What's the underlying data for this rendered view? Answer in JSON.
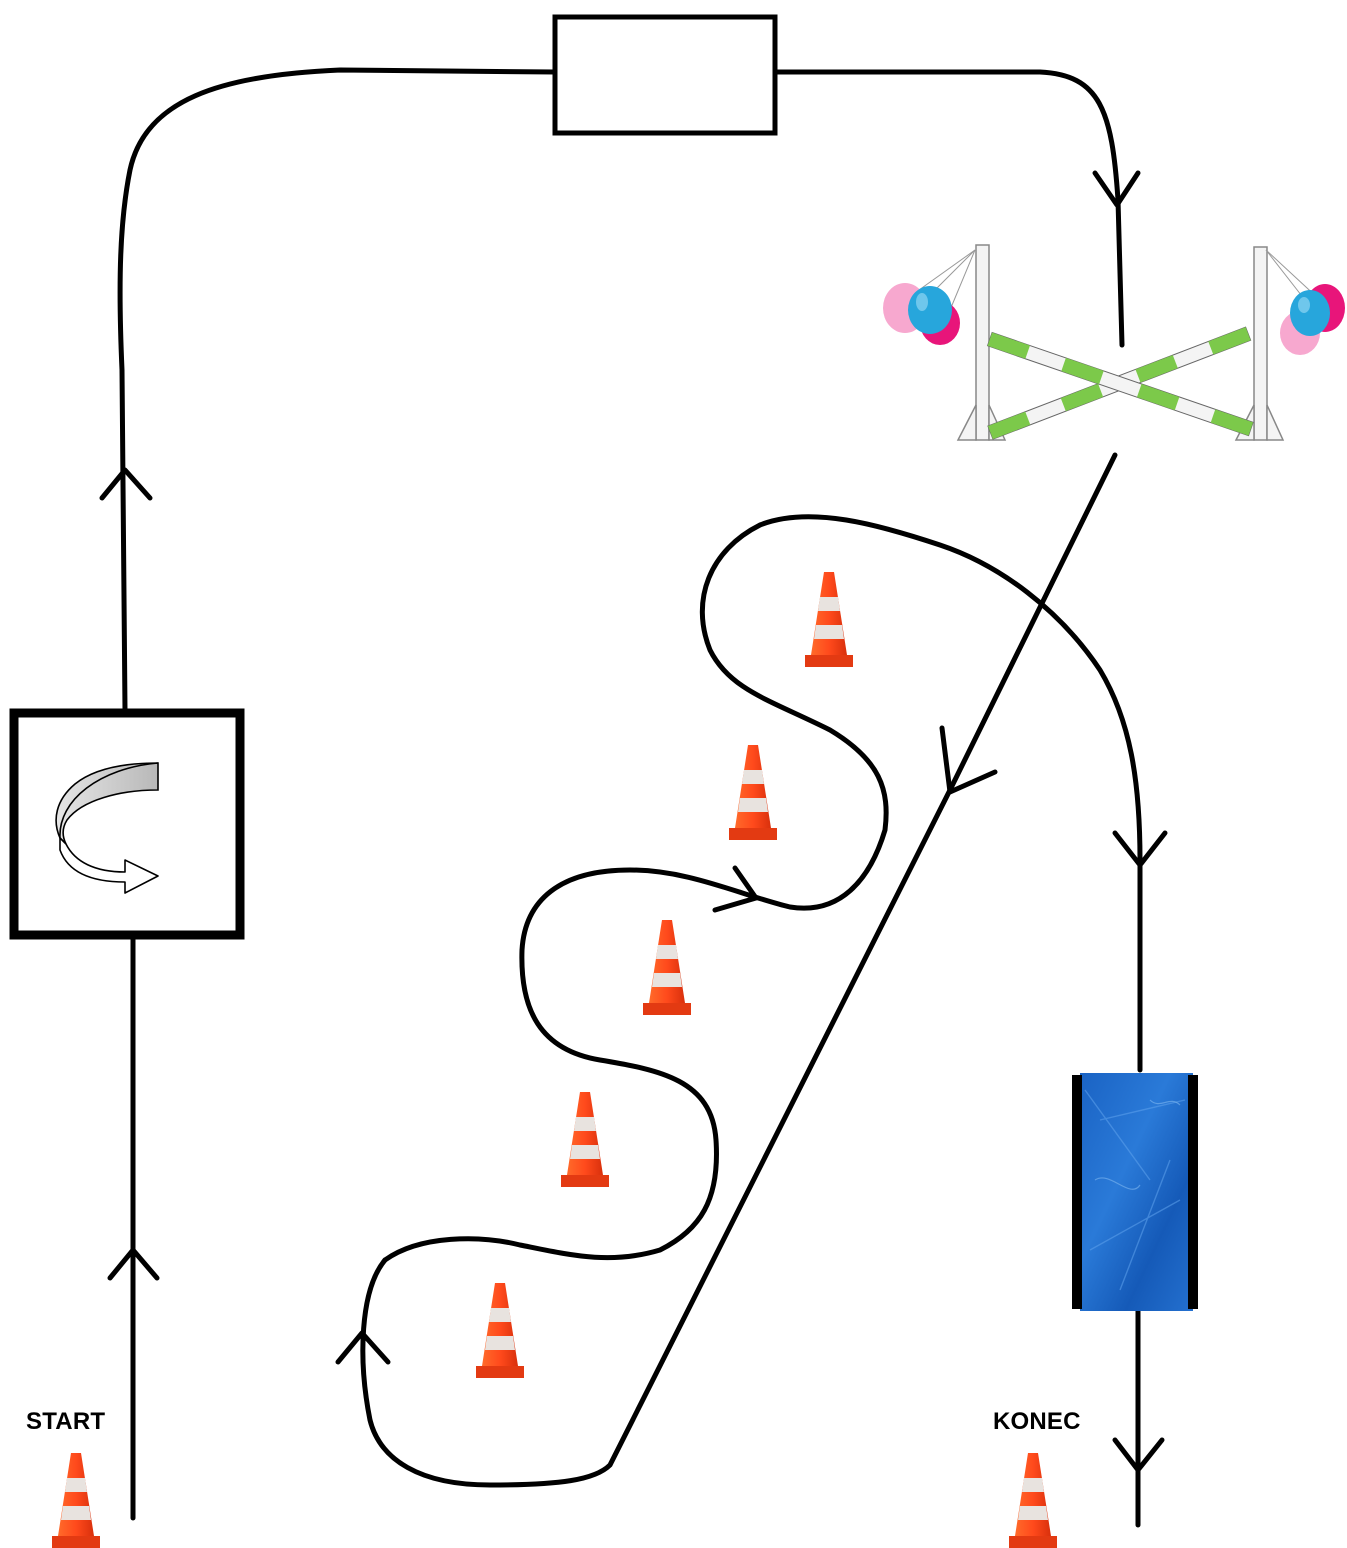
{
  "labels": {
    "start": "START",
    "end": "KONEC"
  },
  "colors": {
    "path": "#000000",
    "cone_orange": "#ff4a1c",
    "cone_stripe": "#e8e3df",
    "tarp_blue": "#1d6fd0",
    "pole_green": "#7cc94a",
    "balloon_pink": "#f7a8cf",
    "balloon_magenta": "#e8157a",
    "balloon_blue": "#27a6dc",
    "turn_arrow_gray": "#d0d0d0"
  },
  "icons": {
    "obstacles": [
      "rectangle-obstacle",
      "cross-poles-with-balloons",
      "turn-box",
      "blue-tarp",
      "traffic-cone"
    ],
    "direction": "chevron-arrow"
  }
}
